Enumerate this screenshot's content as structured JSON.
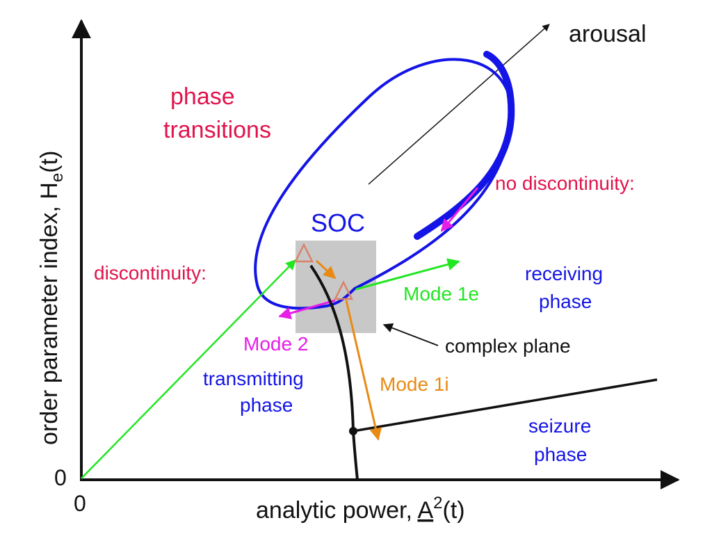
{
  "axes": {
    "x_label_prefix": "analytic power, ",
    "x_label_symbol": "A",
    "x_label_exp": "2",
    "x_label_suffix": "(t)",
    "y_label_prefix": "order parameter index, H",
    "y_label_sub": "e",
    "y_label_suffix": "(t)",
    "x_origin": "0",
    "y_origin": "0"
  },
  "labels": {
    "arousal": "arousal",
    "phase_transitions_1": "phase",
    "phase_transitions_2": "transitions",
    "soc": "SOC",
    "no_discontinuity": "no discontinuity:",
    "discontinuity": "discontinuity:",
    "receiving_1": "receiving",
    "receiving_2": "phase",
    "mode_1e": "Mode 1e",
    "mode_2": "Mode 2",
    "complex_plane": "complex plane",
    "transmitting_1": "transmitting",
    "transmitting_2": "phase",
    "mode_1i": "Mode 1i",
    "seizure_1": "seizure",
    "seizure_2": "phase"
  },
  "colors": {
    "red_label": "#e0144c",
    "blue": "#1414e6",
    "green": "#22e622",
    "magenta": "#e61ee6",
    "orange": "#e88a14",
    "black": "#111111",
    "gray_box": "#c8c8c8",
    "triangle": "#d9826a"
  }
}
